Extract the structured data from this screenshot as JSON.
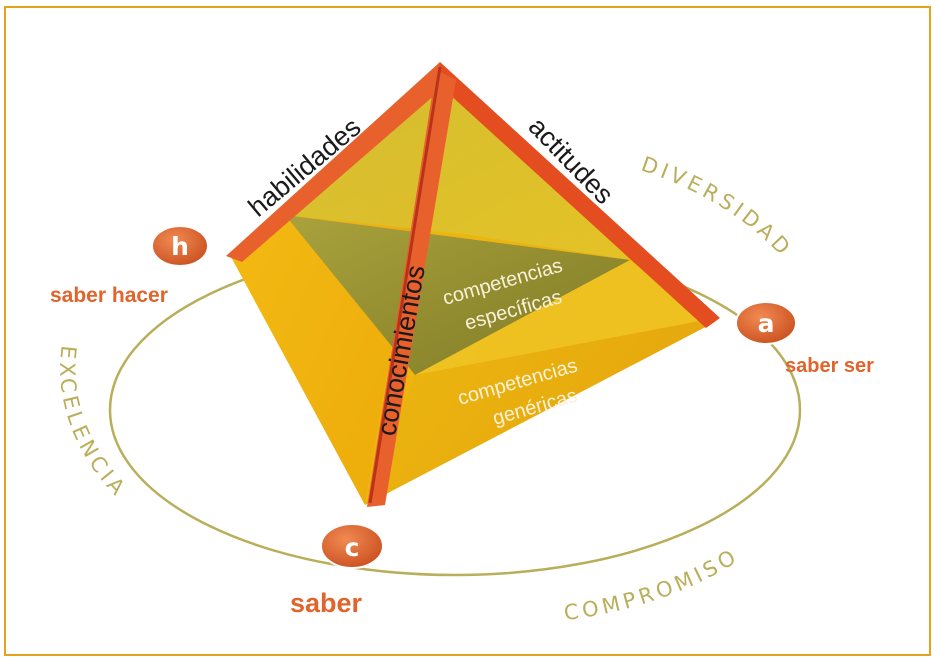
{
  "edges": {
    "left": "habilidades",
    "right": "actitudes",
    "front": "conocimientos"
  },
  "faces": {
    "top_line1": "competencias",
    "top_line2": "específicas",
    "bottom_line1": "competencias",
    "bottom_line2": "genéricas"
  },
  "nodes": {
    "h": {
      "letter": "h",
      "label": "saber hacer"
    },
    "a": {
      "letter": "a",
      "label": "saber ser"
    },
    "c": {
      "letter": "c",
      "label": "saber"
    }
  },
  "ring_words": {
    "right": "DIVERSIDAD",
    "left": "EXCELENCIA",
    "bottom": "COMPROMISO"
  },
  "colors": {
    "frame": "#e7a21c",
    "edge": "#e8612c",
    "node": "#e0642b",
    "ring": "#b9ae5a",
    "face_dark": "#8f8a2e",
    "face_yellow": "#eab50e"
  }
}
